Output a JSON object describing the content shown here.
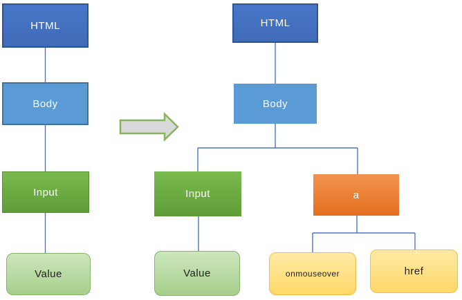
{
  "trees": {
    "before": {
      "nodes": {
        "html": {
          "label": "HTML"
        },
        "body": {
          "label": "Body"
        },
        "input": {
          "label": "Input"
        },
        "value": {
          "label": "Value"
        }
      },
      "edges": [
        [
          "html",
          "body"
        ],
        [
          "body",
          "input"
        ],
        [
          "input",
          "value"
        ]
      ]
    },
    "after": {
      "nodes": {
        "html": {
          "label": "HTML"
        },
        "body": {
          "label": "Body"
        },
        "input": {
          "label": "Input"
        },
        "a": {
          "label": "a"
        },
        "value": {
          "label": "Value"
        },
        "onmouseover": {
          "label": "onmouseover"
        },
        "href": {
          "label": "href"
        }
      },
      "edges": [
        [
          "html",
          "body"
        ],
        [
          "body",
          "input"
        ],
        [
          "body",
          "a"
        ],
        [
          "input",
          "value"
        ],
        [
          "a",
          "onmouseover"
        ],
        [
          "a",
          "href"
        ]
      ]
    }
  },
  "arrow": {
    "icon": "right-block-arrow"
  },
  "colors": {
    "node_html_fill": "#4472c4",
    "node_html_border": "#2e5395",
    "node_body_fill": "#5b9bd5",
    "node_body_border": "#41719c",
    "node_input_fill": "#70ad47",
    "node_a_fill": "#ed7d31",
    "node_value_fill": "#b5d69d",
    "node_value_border": "#84b369",
    "node_attr_fill": "#ffdf80",
    "node_attr_border": "#f2bf41",
    "connector": "#4f74c0",
    "arrow_fill": "#d9d9d9",
    "arrow_border": "#85b55f",
    "canvas_bg": "#ffffff"
  }
}
